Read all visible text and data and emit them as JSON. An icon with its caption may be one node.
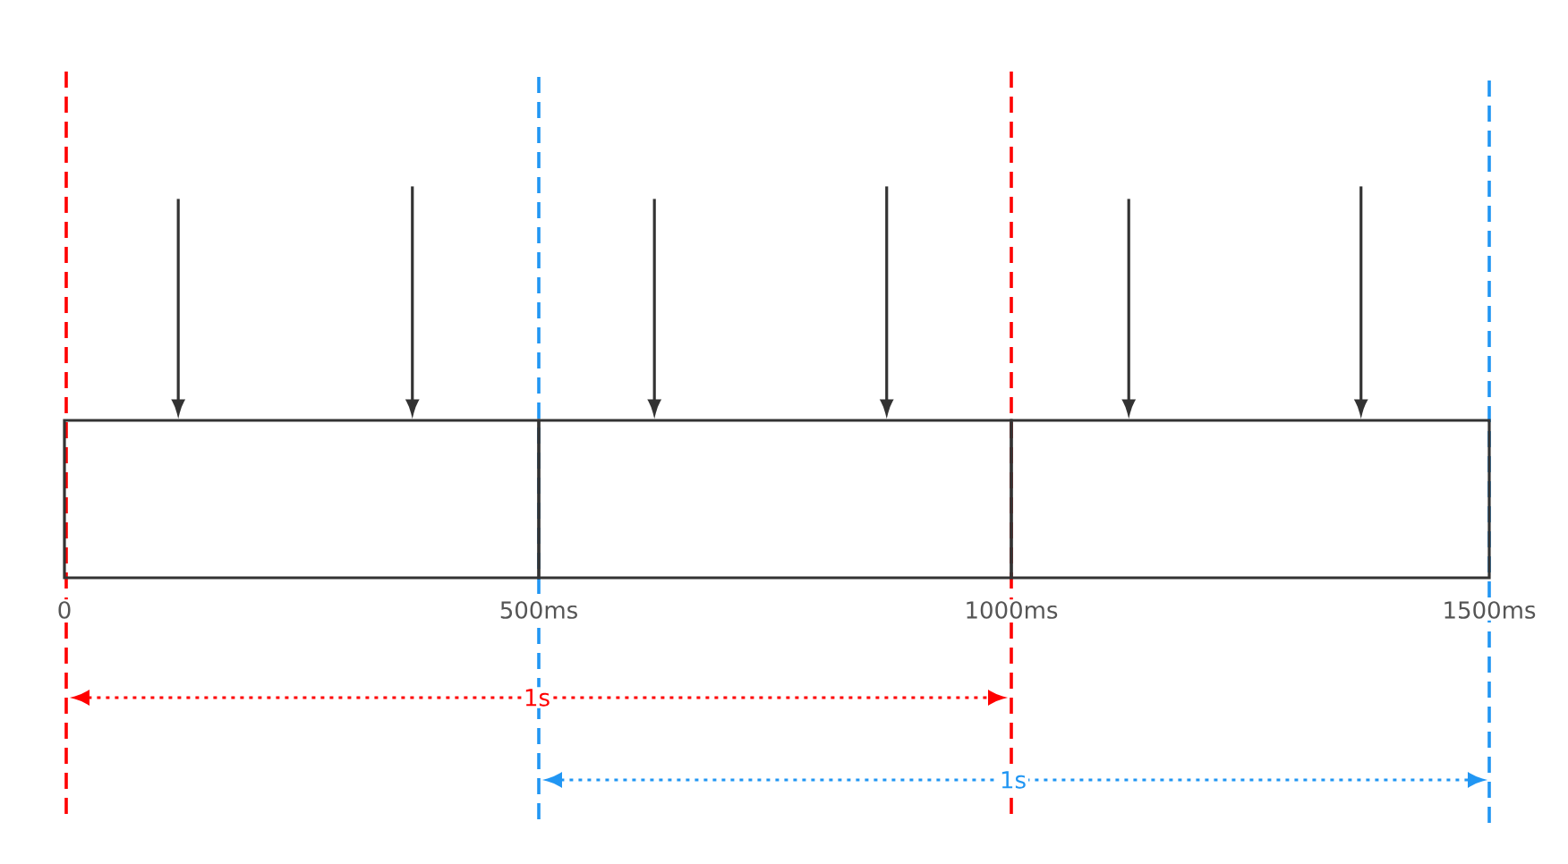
{
  "diagram": {
    "nodes": [
      {
        "text": [],
        "shape": "box"
      },
      {
        "text": [],
        "shape": "box"
      },
      {
        "text": [],
        "shape": "box"
      }
    ],
    "edges": [
      {
        "from": null,
        "to": 0,
        "arrow": "to"
      },
      {
        "from": null,
        "to": 0,
        "arrow": "to"
      },
      {
        "from": null,
        "to": 1,
        "arrow": "to"
      },
      {
        "from": null,
        "to": 1,
        "arrow": "to"
      },
      {
        "from": null,
        "to": 2,
        "arrow": "to"
      },
      {
        "from": null,
        "to": 2,
        "arrow": "to"
      }
    ],
    "labels": [
      "0",
      "500ms",
      "1000ms",
      "1500ms",
      "1s",
      "1s"
    ]
  }
}
